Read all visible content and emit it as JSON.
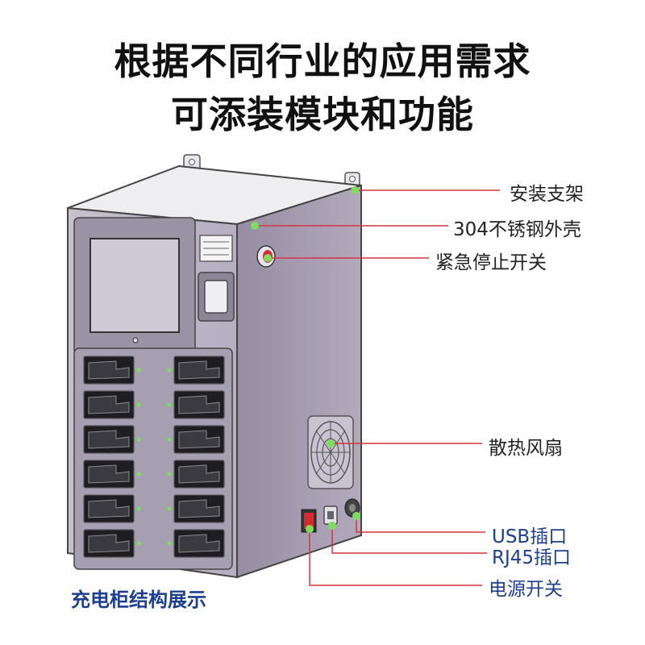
{
  "title": {
    "line1": "根据不同行业的应用需求",
    "line2": "可添装模块和功能"
  },
  "callouts": {
    "bracket": "安装支架",
    "shell": "304不锈钢外壳",
    "estop": "紧急停止开关",
    "fan": "散热风扇",
    "usb": "USB插口",
    "rj45": "RJ45插口",
    "power": "电源开关"
  },
  "caption": "充电柜结构展示",
  "colors": {
    "leader_line": "#d9333f",
    "marker_dot": "#7cdc5c",
    "cabinet_side": "#a39aae",
    "cabinet_front": "#bdb5c6",
    "blue_text": "#1c3f8f"
  },
  "counts": {
    "charging_slots": 12,
    "slot_columns": 2
  }
}
